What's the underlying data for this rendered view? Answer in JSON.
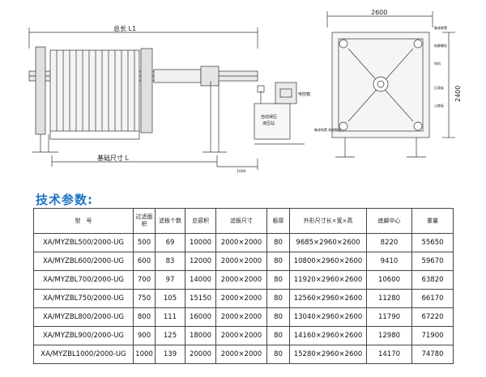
{
  "drawing": {
    "total_length_label": "总长 L1",
    "foundation_label": "基础尺寸 L",
    "dim_1000": "1000",
    "tank_label": "电控箱",
    "hydraulic_label_1": "自动保压",
    "hydraulic_label_2": "液压站",
    "dim_width": "2600",
    "dim_height": "2400",
    "callout_1": "集液装置",
    "callout_2": "地脚螺栓",
    "callout_3": "电机",
    "callout_4": "压紧板",
    "callout_5": "止推板",
    "callout_6": "集液装置 接液翻板"
  },
  "section_title": "技术参数:",
  "table": {
    "headers": [
      "型　号",
      "过滤面积",
      "滤板个数",
      "总容积",
      "滤板尺寸",
      "板厚",
      "外形尺寸长×宽×高",
      "底脚中心",
      "重量"
    ],
    "rows": [
      [
        "XA/MYZBL500/2000-UG",
        "500",
        "69",
        "10000",
        "2000×2000",
        "80",
        "9685×2960×2600",
        "8220",
        "55650"
      ],
      [
        "XA/MYZBL600/2000-UG",
        "600",
        "83",
        "12000",
        "2000×2000",
        "80",
        "10800×2960×2600",
        "9410",
        "59670"
      ],
      [
        "XA/MYZBL700/2000-UG",
        "700",
        "97",
        "14000",
        "2000×2000",
        "80",
        "11920×2960×2600",
        "10600",
        "63820"
      ],
      [
        "XA/MYZBL750/2000-UG",
        "750",
        "105",
        "15150",
        "2000×2000",
        "80",
        "12560×2960×2600",
        "11280",
        "66170"
      ],
      [
        "XA/MYZBL800/2000-UG",
        "800",
        "111",
        "16000",
        "2000×2000",
        "80",
        "13040×2960×2600",
        "11790",
        "67220"
      ],
      [
        "XA/MYZBL900/2000-UG",
        "900",
        "125",
        "18000",
        "2000×2000",
        "80",
        "14160×2960×2600",
        "12980",
        "71900"
      ],
      [
        "XA/MYZBL1000/2000-UG",
        "1000",
        "139",
        "20000",
        "2000×2000",
        "80",
        "15280×2960×2600",
        "14170",
        "74780"
      ]
    ]
  }
}
